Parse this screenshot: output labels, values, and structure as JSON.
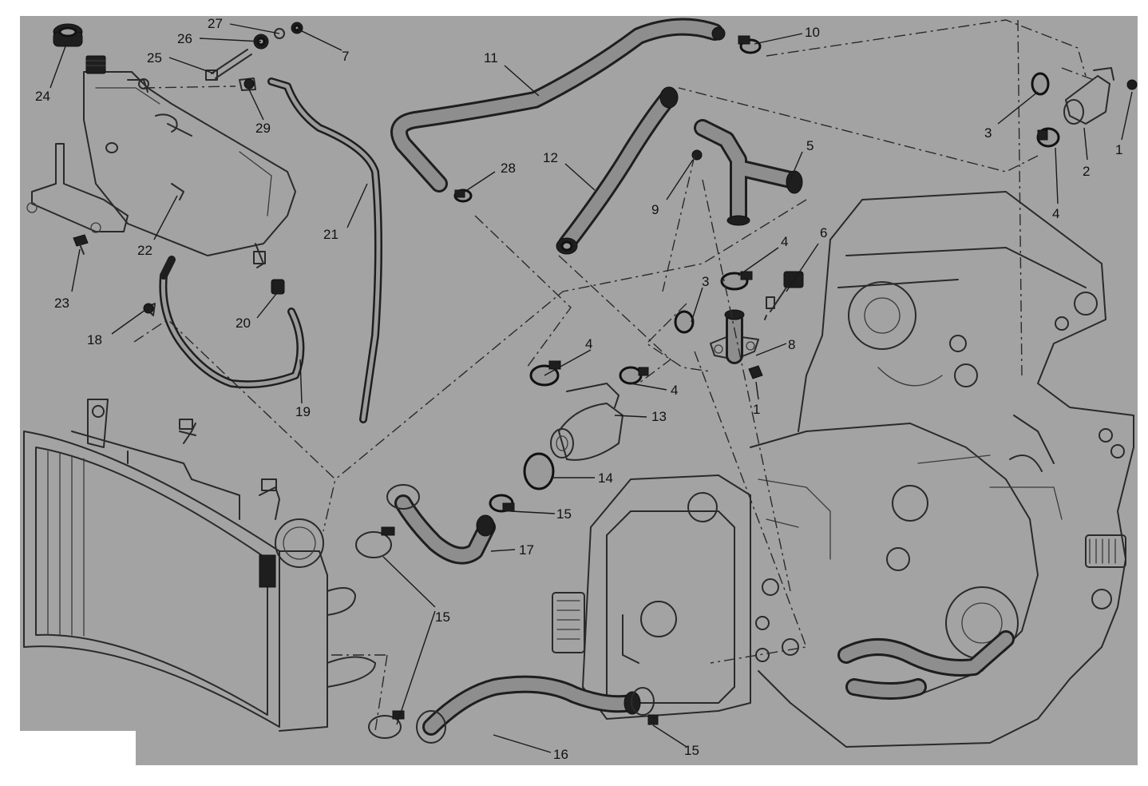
{
  "diagram": {
    "background_color": "#a3a3a3",
    "line_color": "#1e1e1e",
    "callouts": [
      {
        "id": "c1a",
        "text": "1"
      },
      {
        "id": "c1b",
        "text": "1"
      },
      {
        "id": "c2",
        "text": "2"
      },
      {
        "id": "c3a",
        "text": "3"
      },
      {
        "id": "c3b",
        "text": "3"
      },
      {
        "id": "c4a",
        "text": "4"
      },
      {
        "id": "c4b",
        "text": "4"
      },
      {
        "id": "c4c",
        "text": "4"
      },
      {
        "id": "c4d",
        "text": "4"
      },
      {
        "id": "c5",
        "text": "5"
      },
      {
        "id": "c6",
        "text": "6"
      },
      {
        "id": "c7",
        "text": "7"
      },
      {
        "id": "c8",
        "text": "8"
      },
      {
        "id": "c9",
        "text": "9"
      },
      {
        "id": "c10",
        "text": "10"
      },
      {
        "id": "c11",
        "text": "11"
      },
      {
        "id": "c12",
        "text": "12"
      },
      {
        "id": "c13",
        "text": "13"
      },
      {
        "id": "c14",
        "text": "14"
      },
      {
        "id": "c15a",
        "text": "15"
      },
      {
        "id": "c15b",
        "text": "15"
      },
      {
        "id": "c15c",
        "text": "15"
      },
      {
        "id": "c16",
        "text": "16"
      },
      {
        "id": "c17",
        "text": "17"
      },
      {
        "id": "c18",
        "text": "18"
      },
      {
        "id": "c19",
        "text": "19"
      },
      {
        "id": "c20",
        "text": "20"
      },
      {
        "id": "c21",
        "text": "21"
      },
      {
        "id": "c22",
        "text": "22"
      },
      {
        "id": "c23",
        "text": "23"
      },
      {
        "id": "c24",
        "text": "24"
      },
      {
        "id": "c25",
        "text": "25"
      },
      {
        "id": "c26",
        "text": "26"
      },
      {
        "id": "c27",
        "text": "27"
      },
      {
        "id": "c28",
        "text": "28"
      },
      {
        "id": "c29",
        "text": "29"
      }
    ]
  }
}
